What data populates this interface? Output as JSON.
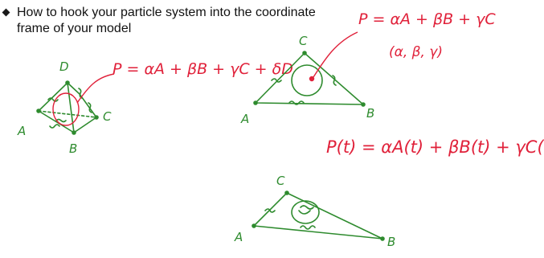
{
  "slide": {
    "bullet_text": "How to hook your particle system into the coordinate frame of your model"
  },
  "annotations": {
    "tetra": {
      "equation": "P = αA + βB + γC + δD",
      "label_a": "A",
      "label_b": "B",
      "label_c": "C",
      "label_d": "D"
    },
    "triangle": {
      "equation": "P = αA + βB + γC",
      "coeffs": "(α, β, γ)",
      "label_a": "A",
      "label_b": "B",
      "label_c": "C"
    },
    "time": {
      "equation": "P(t) = αA(t) + βB(t) + γC(t)",
      "label_a": "A",
      "label_b": "B",
      "label_c": "C"
    }
  },
  "colors": {
    "green_ink": "#2e8b2e",
    "red_ink": "#e0213a",
    "text": "#111111"
  }
}
